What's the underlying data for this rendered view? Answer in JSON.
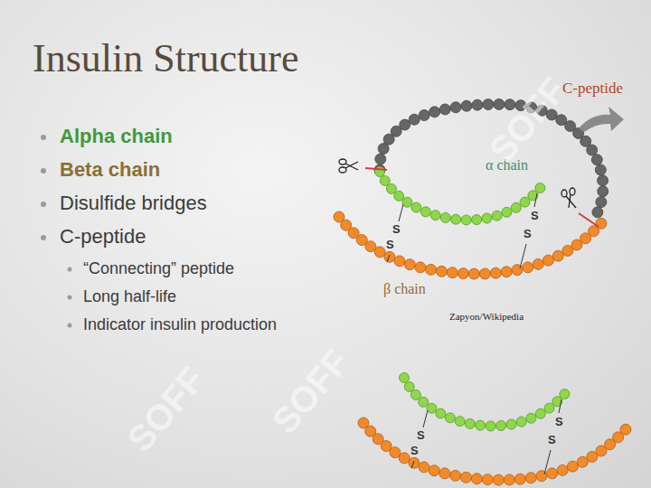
{
  "diagram": {
    "title": "Insulin Structure",
    "labels": [
      "Alpha chain",
      "Beta chain",
      "Disulfide bridges",
      "C-peptide",
      "“Connecting” peptide",
      "Long half-life",
      "Indicator insulin production",
      "C-peptide",
      "α chain",
      "β chain",
      "Zapyon/Wikipedia",
      "S",
      "S",
      "S",
      "S",
      "S",
      "S",
      "S",
      "S",
      "SOFF",
      "SOFF",
      "SOFF"
    ]
  }
}
